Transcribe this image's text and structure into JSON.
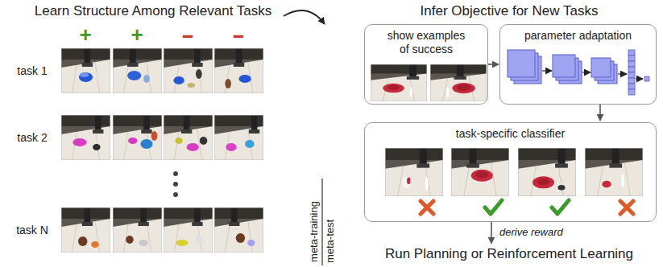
{
  "diagram": {
    "nodes": [
      {
        "text": [
          "show examples of success"
        ]
      },
      {
        "text": [
          "parameter adaptation"
        ]
      },
      {
        "text": [
          "task-specific classifier"
        ]
      },
      {
        "text": [
          "Run Planning or Reinforcement Learning"
        ]
      }
    ],
    "edges": [
      {
        "from": 0,
        "to": 1,
        "arrow": "to"
      },
      {
        "from": 1,
        "to": 2,
        "arrow": "to"
      },
      {
        "from": 2,
        "to": 3,
        "arrow": "to",
        "label": "derive reward"
      }
    ],
    "labels": [
      "Learn Structure Among Relevant Tasks",
      "Infer Objective for New Tasks",
      "+",
      "+",
      "-",
      "-",
      "task 1",
      "task 2",
      "task N",
      "meta-training",
      "meta-test"
    ]
  }
}
